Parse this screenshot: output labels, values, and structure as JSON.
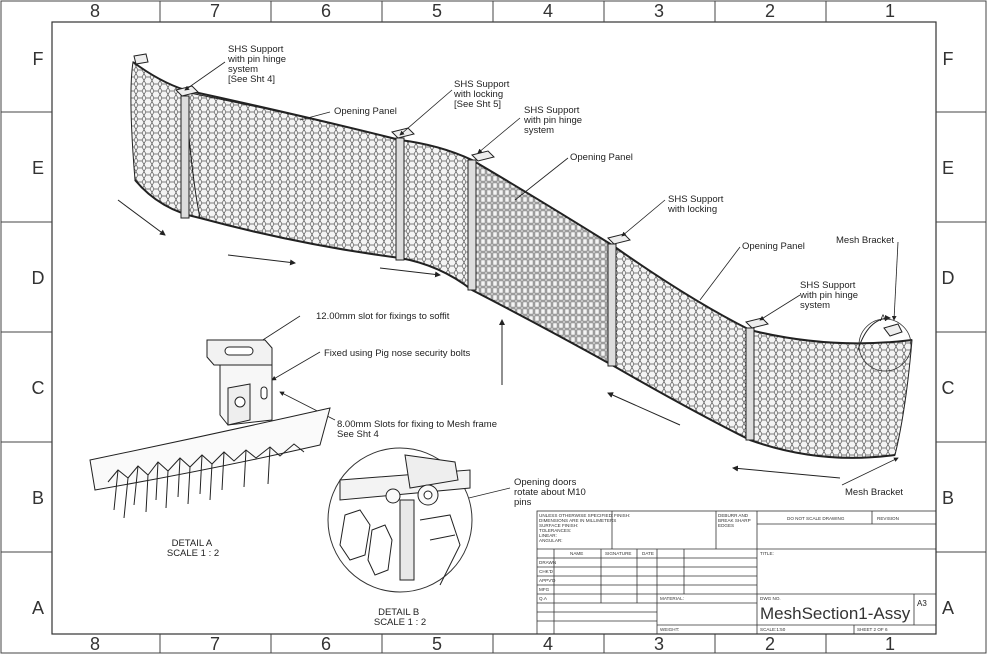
{
  "frame": {
    "columns": [
      "8",
      "7",
      "6",
      "5",
      "4",
      "3",
      "2",
      "1"
    ],
    "rows": [
      "F",
      "E",
      "D",
      "C",
      "B",
      "A"
    ]
  },
  "callouts": {
    "shs_pin_hinge_1": [
      "SHS Support",
      "with pin hinge",
      "system",
      "[See Sht 4]"
    ],
    "opening_panel_1": "Opening Panel",
    "shs_locking_1": [
      "SHS Support",
      "with locking",
      "[See Sht 5]"
    ],
    "shs_pin_hinge_2": [
      "SHS Support",
      "with pin hinge",
      "system"
    ],
    "opening_panel_2": "Opening Panel",
    "shs_locking_2": [
      "SHS Support",
      "with locking"
    ],
    "opening_panel_3": "Opening Panel",
    "mesh_bracket_top": "Mesh Bracket",
    "shs_pin_hinge_3": [
      "SHS Support",
      "with pin hinge",
      "system"
    ],
    "mesh_bracket_bottom": "Mesh Bracket",
    "slot_soffit": "12.00mm slot for fixings to soffit",
    "pig_nose": "Fixed using Pig nose security bolts",
    "slot_mesh": [
      "8.00mm Slots for fixing to Mesh frame",
      "See Sht 4"
    ],
    "doors_rotate": [
      "Opening doors",
      "rotate about M10",
      "pins"
    ],
    "detail_a_marker": "A"
  },
  "details": {
    "a": [
      "DETAIL A",
      "SCALE 1 : 2"
    ],
    "b": [
      "DETAIL B",
      "SCALE 1 : 2"
    ]
  },
  "title_block": {
    "notes": [
      "UNLESS OTHERWISE SPECIFIED:",
      "DIMENSIONS ARE IN MILLIMETERS",
      "SURFACE FINISH:",
      "TOLERANCES:",
      "  LINEAR:",
      "  ANGULAR:"
    ],
    "finish": "FINISH:",
    "deburr": [
      "DEBURR AND",
      "BREAK SHARP",
      "EDGES"
    ],
    "do_not_scale": "DO NOT SCALE DRAWING",
    "revision": "REVISION",
    "col_headers": [
      "NAME",
      "SIGNATURE",
      "DATE"
    ],
    "row_labels": [
      "DRAWN",
      "CHK'D",
      "APPV'D",
      "MFG",
      "Q.A"
    ],
    "title_label": "TITLE:",
    "material": "MATERIAL:",
    "dwg_no_label": "DWG NO.",
    "dwg_no": "MeshSection1-Assy",
    "size": "A3",
    "weight": "WEIGHT:",
    "scale": "SCALE:1:50",
    "sheet": "SHEET 2 OF 6"
  }
}
